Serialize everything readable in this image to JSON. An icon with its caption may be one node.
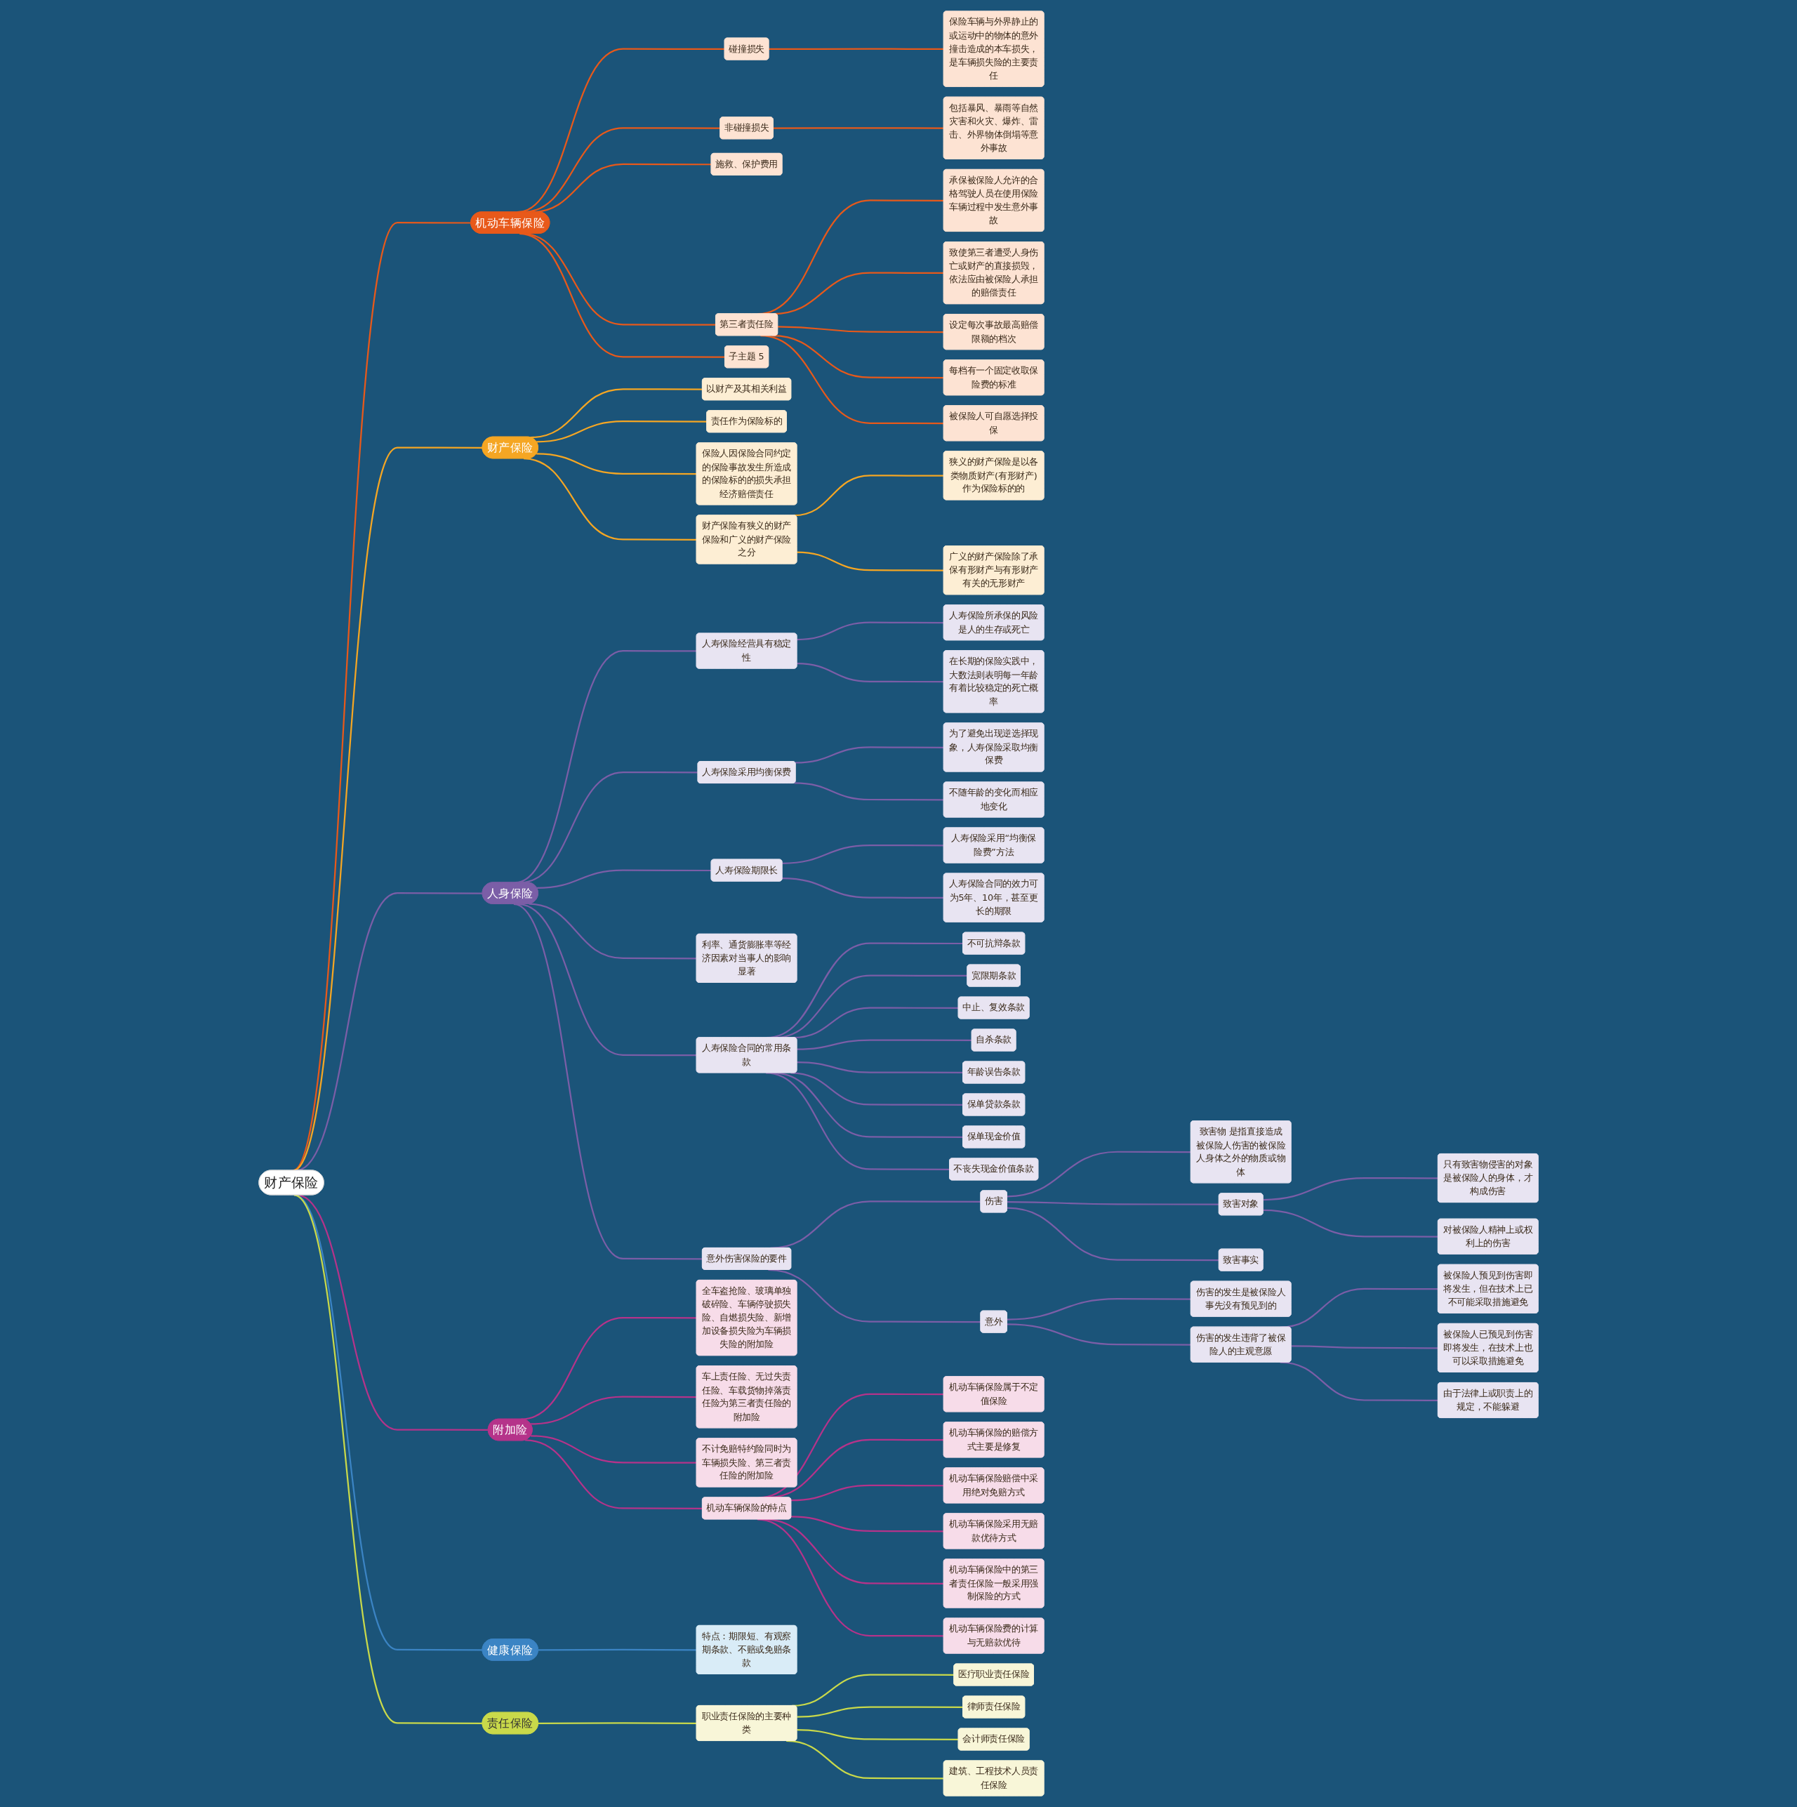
{
  "diagram": {
    "nodes": [
      {
        "text": [
          "财产保险"
        ]
      },
      {
        "text": [
          "机动车辆保险"
        ]
      },
      {
        "text": [
          "碰撞损失"
        ]
      },
      {
        "text": [
          "保险车辆与外界静止的或运动中的物体的意外撞击造成的本车损失，是车辆损失险的主要责任"
        ]
      },
      {
        "text": [
          "非碰撞损失"
        ]
      },
      {
        "text": [
          "包括暴风、暴雨等自然灾害和火灾、爆炸、雷击、外界物体倒塌等意外事故"
        ]
      },
      {
        "text": [
          "施救、保护费用"
        ]
      },
      {
        "text": [
          "第三者责任险"
        ]
      },
      {
        "text": [
          "承保被保险人允许的合格驾驶人员在使用保险车辆过程中发生意外事故"
        ]
      },
      {
        "text": [
          "致使第三者遭受人身伤亡或财产的直接损毁，依法应由被保险人承担的赔偿责任"
        ]
      },
      {
        "text": [
          "设定每次事故最高赔偿限额的档次"
        ]
      },
      {
        "text": [
          "每档有一个固定收取保险费的标准"
        ]
      },
      {
        "text": [
          "被保险人可自愿选择投保"
        ]
      },
      {
        "text": [
          "子主题 5"
        ]
      },
      {
        "text": [
          "财产保险"
        ]
      },
      {
        "text": [
          "以财产及其相关利益"
        ]
      },
      {
        "text": [
          "责任作为保险标的"
        ]
      },
      {
        "text": [
          "保险人因保险合同约定的保险事故发生所造成的保险标的的损失承担经济赔偿责任"
        ]
      },
      {
        "text": [
          "财产保险有狭义的财产保险和广义的财产保险之分"
        ]
      },
      {
        "text": [
          "狭义的财产保险是以各类物质财产(有形财产)作为保险标的的"
        ]
      },
      {
        "text": [
          "广义的财产保险除了承保有形财产与有形财产有关的无形财产"
        ]
      },
      {
        "text": [
          "人身保险"
        ]
      },
      {
        "text": [
          "人寿保险经营具有稳定性"
        ]
      },
      {
        "text": [
          "人寿保险所承保的风险是人的生存或死亡"
        ]
      },
      {
        "text": [
          "在长期的保险实践中，大数法则表明每一年龄有着比较稳定的死亡概率"
        ]
      },
      {
        "text": [
          "人寿保险采用均衡保费"
        ]
      },
      {
        "text": [
          "为了避免出现逆选择现象，人寿保险采取均衡保费"
        ]
      },
      {
        "text": [
          "不随年龄的变化而相应地变化"
        ]
      },
      {
        "text": [
          "人寿保险期限长"
        ]
      },
      {
        "text": [
          "人寿保险采用“均衡保险费”方法"
        ]
      },
      {
        "text": [
          "人寿保险合同的效力可为5年、10年，甚至更长的期限"
        ]
      },
      {
        "text": [
          "利率、通货膨胀率等经济因素对当事人的影响显著"
        ]
      },
      {
        "text": [
          "人寿保险合同的常用条款"
        ]
      },
      {
        "text": [
          "不可抗辩条款"
        ]
      },
      {
        "text": [
          "宽限期条款"
        ]
      },
      {
        "text": [
          "中止、复效条款"
        ]
      },
      {
        "text": [
          "自杀条款"
        ]
      },
      {
        "text": [
          "年龄误告条款"
        ]
      },
      {
        "text": [
          "保单贷款条款"
        ]
      },
      {
        "text": [
          "保单现金价值"
        ]
      },
      {
        "text": [
          "不丧失现金价值条款"
        ]
      },
      {
        "text": [
          "意外伤害保险的要件"
        ]
      },
      {
        "text": [
          "伤害"
        ]
      },
      {
        "text": [
          "致害物 是指直接造成被保险人伤害的被保险人身体之外的物质或物体"
        ]
      },
      {
        "text": [
          "致害对象"
        ]
      },
      {
        "text": [
          "只有致害物侵害的对象是被保险人的身体，才构成伤害"
        ]
      },
      {
        "text": [
          "对被保险人精神上或权利上的伤害"
        ]
      },
      {
        "text": [
          "致害事实"
        ]
      },
      {
        "text": [
          "意外"
        ]
      },
      {
        "text": [
          "伤害的发生是被保险人事先没有预见到的"
        ]
      },
      {
        "text": [
          "伤害的发生违背了被保险人的主观意愿"
        ]
      },
      {
        "text": [
          "被保险人预见到伤害即将发生，但在技术上已不可能采取措施避免"
        ]
      },
      {
        "text": [
          "被保险人已预见到伤害即将发生，在技术上也可以采取措施避免"
        ]
      },
      {
        "text": [
          "由于法律上或职责上的规定，不能躲避"
        ]
      },
      {
        "text": [
          "附加险"
        ]
      },
      {
        "text": [
          "全车盗抢险、玻璃单独破碎险、车辆停驶损失险、自燃损失险、新增加设备损失险为车辆损失险的附加险"
        ]
      },
      {
        "text": [
          "车上责任险、无过失责任险、车载货物掉落责任险为第三者责任险的附加险"
        ]
      },
      {
        "text": [
          "不计免赔特约险同时为车辆损失险、第三者责任险的附加险"
        ]
      },
      {
        "text": [
          "机动车辆保险的特点"
        ]
      },
      {
        "text": [
          "机动车辆保险属于不定值保险"
        ]
      },
      {
        "text": [
          "机动车辆保险的赔偿方式主要是修复"
        ]
      },
      {
        "text": [
          "机动车辆保险赔偿中采用绝对免赔方式"
        ]
      },
      {
        "text": [
          "机动车辆保险采用无赔款优待方式"
        ]
      },
      {
        "text": [
          "机动车辆保险中的第三者责任保险一般采用强制保险的方式"
        ]
      },
      {
        "text": [
          "机动车辆保险费的计算与无赔款优待"
        ]
      },
      {
        "text": [
          "健康保险"
        ]
      },
      {
        "text": [
          "特点：期限短、有观察期条款、不赔或免赔条款"
        ]
      },
      {
        "text": [
          "责任保险"
        ]
      },
      {
        "text": [
          "职业责任保险的主要种类"
        ]
      },
      {
        "text": [
          "医疗职业责任保险"
        ]
      },
      {
        "text": [
          "律师责任保险"
        ]
      },
      {
        "text": [
          "会计师责任保险"
        ]
      },
      {
        "text": [
          "建筑、工程技术人员责任保险"
        ]
      }
    ],
    "edges": [
      {
        "from": 0,
        "to": 1,
        "arrow": "none",
        "color": "#e8591a"
      },
      {
        "from": 1,
        "to": 2,
        "arrow": "none",
        "color": "#e8591a"
      },
      {
        "from": 2,
        "to": 3,
        "arrow": "none",
        "color": "#e8591a"
      },
      {
        "from": 1,
        "to": 4,
        "arrow": "none",
        "color": "#e8591a"
      },
      {
        "from": 4,
        "to": 5,
        "arrow": "none",
        "color": "#e8591a"
      },
      {
        "from": 1,
        "to": 6,
        "arrow": "none",
        "color": "#e8591a"
      },
      {
        "from": 1,
        "to": 7,
        "arrow": "none",
        "color": "#e8591a"
      },
      {
        "from": 7,
        "to": 8,
        "arrow": "none",
        "color": "#e8591a"
      },
      {
        "from": 7,
        "to": 9,
        "arrow": "none",
        "color": "#e8591a"
      },
      {
        "from": 7,
        "to": 10,
        "arrow": "none",
        "color": "#e8591a"
      },
      {
        "from": 7,
        "to": 11,
        "arrow": "none",
        "color": "#e8591a"
      },
      {
        "from": 7,
        "to": 12,
        "arrow": "none",
        "color": "#e8591a"
      },
      {
        "from": 1,
        "to": 13,
        "arrow": "none",
        "color": "#e8591a"
      },
      {
        "from": 0,
        "to": 14,
        "arrow": "none",
        "color": "#f5a623"
      },
      {
        "from": 14,
        "to": 15,
        "arrow": "none",
        "color": "#f5a623"
      },
      {
        "from": 14,
        "to": 16,
        "arrow": "none",
        "color": "#f5a623"
      },
      {
        "from": 14,
        "to": 17,
        "arrow": "none",
        "color": "#f5a623"
      },
      {
        "from": 14,
        "to": 18,
        "arrow": "none",
        "color": "#f5a623"
      },
      {
        "from": 18,
        "to": 19,
        "arrow": "none",
        "color": "#f5a623"
      },
      {
        "from": 18,
        "to": 20,
        "arrow": "none",
        "color": "#f5a623"
      },
      {
        "from": 0,
        "to": 21,
        "arrow": "none"
      },
      {
        "from": 21,
        "to": 22,
        "arrow": "none"
      },
      {
        "from": 22,
        "to": 23,
        "arrow": "none"
      },
      {
        "from": 22,
        "to": 24,
        "arrow": "none"
      },
      {
        "from": 21,
        "to": 25,
        "arrow": "none"
      },
      {
        "from": 25,
        "to": 26,
        "arrow": "none"
      },
      {
        "from": 25,
        "to": 27,
        "arrow": "none"
      },
      {
        "from": 21,
        "to": 28,
        "arrow": "none"
      },
      {
        "from": 28,
        "to": 29,
        "arrow": "none"
      },
      {
        "from": 28,
        "to": 30,
        "arrow": "none"
      },
      {
        "from": 21,
        "to": 31,
        "arrow": "none"
      },
      {
        "from": 21,
        "to": 32,
        "arrow": "none"
      },
      {
        "from": 32,
        "to": 33,
        "arrow": "none"
      },
      {
        "from": 32,
        "to": 34,
        "arrow": "none"
      },
      {
        "from": 32,
        "to": 35,
        "arrow": "none"
      },
      {
        "from": 32,
        "to": 36,
        "arrow": "none"
      },
      {
        "from": 32,
        "to": 37,
        "arrow": "none"
      },
      {
        "from": 32,
        "to": 38,
        "arrow": "none"
      },
      {
        "from": 32,
        "to": 39,
        "arrow": "none"
      },
      {
        "from": 32,
        "to": 40,
        "arrow": "none"
      },
      {
        "from": 21,
        "to": 41,
        "arrow": "none"
      },
      {
        "from": 41,
        "to": 42,
        "arrow": "none"
      },
      {
        "from": 42,
        "to": 43,
        "arrow": "none"
      },
      {
        "from": 42,
        "to": 44,
        "arrow": "none"
      },
      {
        "from": 44,
        "to": 45,
        "arrow": "none"
      },
      {
        "from": 44,
        "to": 46,
        "arrow": "none"
      },
      {
        "from": 42,
        "to": 47,
        "arrow": "none"
      },
      {
        "from": 41,
        "to": 48,
        "arrow": "none"
      },
      {
        "from": 48,
        "to": 49,
        "arrow": "none"
      },
      {
        "from": 48,
        "to": 50,
        "arrow": "none"
      },
      {
        "from": 50,
        "to": 51,
        "arrow": "none"
      },
      {
        "from": 50,
        "to": 52,
        "arrow": "none"
      },
      {
        "from": 50,
        "to": 53,
        "arrow": "none"
      },
      {
        "from": 0,
        "to": 54,
        "arrow": "none",
        "color": "#b5338a"
      },
      {
        "from": 54,
        "to": 55,
        "arrow": "none",
        "color": "#b5338a"
      },
      {
        "from": 54,
        "to": 56,
        "arrow": "none",
        "color": "#b5338a"
      },
      {
        "from": 54,
        "to": 57,
        "arrow": "none",
        "color": "#b5338a"
      },
      {
        "from": 54,
        "to": 58,
        "arrow": "none",
        "color": "#b5338a"
      },
      {
        "from": 58,
        "to": 59,
        "arrow": "none",
        "color": "#b5338a"
      },
      {
        "from": 58,
        "to": 60,
        "arrow": "none",
        "color": "#b5338a"
      },
      {
        "from": 58,
        "to": 61,
        "arrow": "none",
        "color": "#b5338a"
      },
      {
        "from": 58,
        "to": 62,
        "arrow": "none",
        "color": "#b5338a"
      },
      {
        "from": 58,
        "to": 63,
        "arrow": "none",
        "color": "#b5338a"
      },
      {
        "from": 58,
        "to": 64,
        "arrow": "none",
        "color": "#b5338a"
      },
      {
        "from": 0,
        "to": 65,
        "arrow": "none",
        "color": "#3b84c4"
      },
      {
        "from": 65,
        "to": 66,
        "arrow": "none",
        "color": "#3b84c4"
      },
      {
        "from": 0,
        "to": 67,
        "arrow": "none",
        "color": "#c9d94a"
      },
      {
        "from": 67,
        "to": 68,
        "arrow": "none",
        "color": "#c9d94a"
      },
      {
        "from": 68,
        "to": 69,
        "arrow": "none",
        "color": "#c9d94a"
      },
      {
        "from": 68,
        "to": 70,
        "arrow": "none",
        "color": "#c9d94a"
      },
      {
        "from": 68,
        "to": 71,
        "arrow": "none",
        "color": "#c9d94a"
      },
      {
        "from": 68,
        "to": 72,
        "arrow": "none",
        "color": "#c9d94a"
      }
    ]
  }
}
